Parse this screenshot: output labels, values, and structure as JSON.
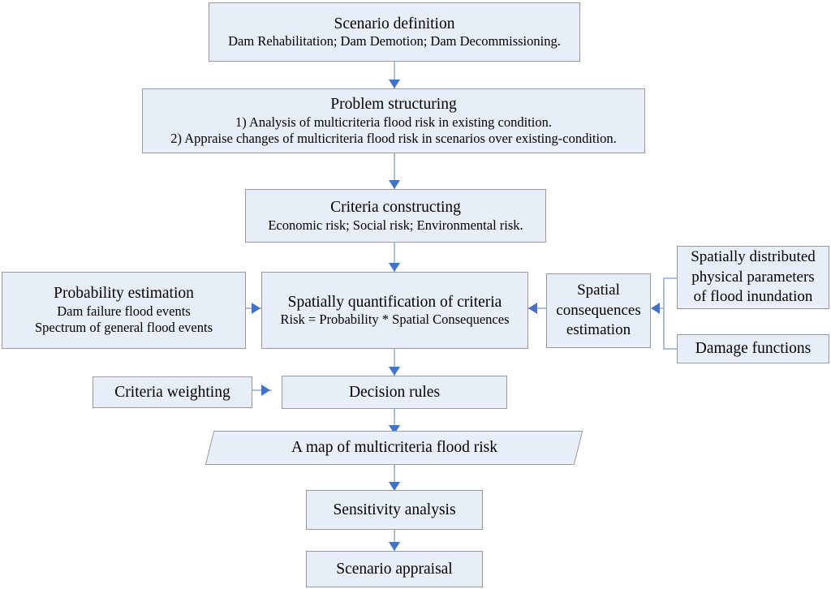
{
  "diagram": {
    "title": "Multicriteria flood risk assessment framework flowchart",
    "colors": {
      "node_fill": "#e8eef7",
      "node_border": "#9a9a9a",
      "connector_line": "#a8bfdf",
      "arrow_head": "#4472c4",
      "background": "#ffffff"
    },
    "nodes": {
      "scenario_definition": {
        "heading": "Scenario definition",
        "detail": "Dam Rehabilitation; Dam Demotion; Dam Decommissioning."
      },
      "problem_structuring": {
        "heading": "Problem structuring",
        "line1": "1)  Analysis of multicriteria flood risk in existing condition.",
        "line2": "2) Appraise changes of  multicriteria flood risk in scenarios over existing-condition."
      },
      "criteria_constructing": {
        "heading": "Criteria constructing",
        "detail": "Economic risk; Social risk; Environmental risk."
      },
      "probability_estimation": {
        "heading": "Probability estimation",
        "line1": "Dam failure flood events",
        "line2": "Spectrum of general flood events"
      },
      "spatial_quantification": {
        "heading": "Spatially quantification of criteria",
        "detail": "Risk = Probability * Spatial Consequences"
      },
      "spatial_consequences": {
        "line1": "Spatial",
        "line2": "consequences",
        "line3": "estimation"
      },
      "physical_parameters": {
        "line1": "Spatially distributed",
        "line2": "physical parameters",
        "line3": "of flood inundation"
      },
      "damage_functions": {
        "label": "Damage functions"
      },
      "criteria_weighting": {
        "label": "Criteria weighting"
      },
      "decision_rules": {
        "label": "Decision rules"
      },
      "risk_map": {
        "label": "A map of multicriteria flood risk"
      },
      "sensitivity_analysis": {
        "label": "Sensitivity analysis"
      },
      "scenario_appraisal": {
        "label": "Scenario appraisal"
      }
    }
  }
}
